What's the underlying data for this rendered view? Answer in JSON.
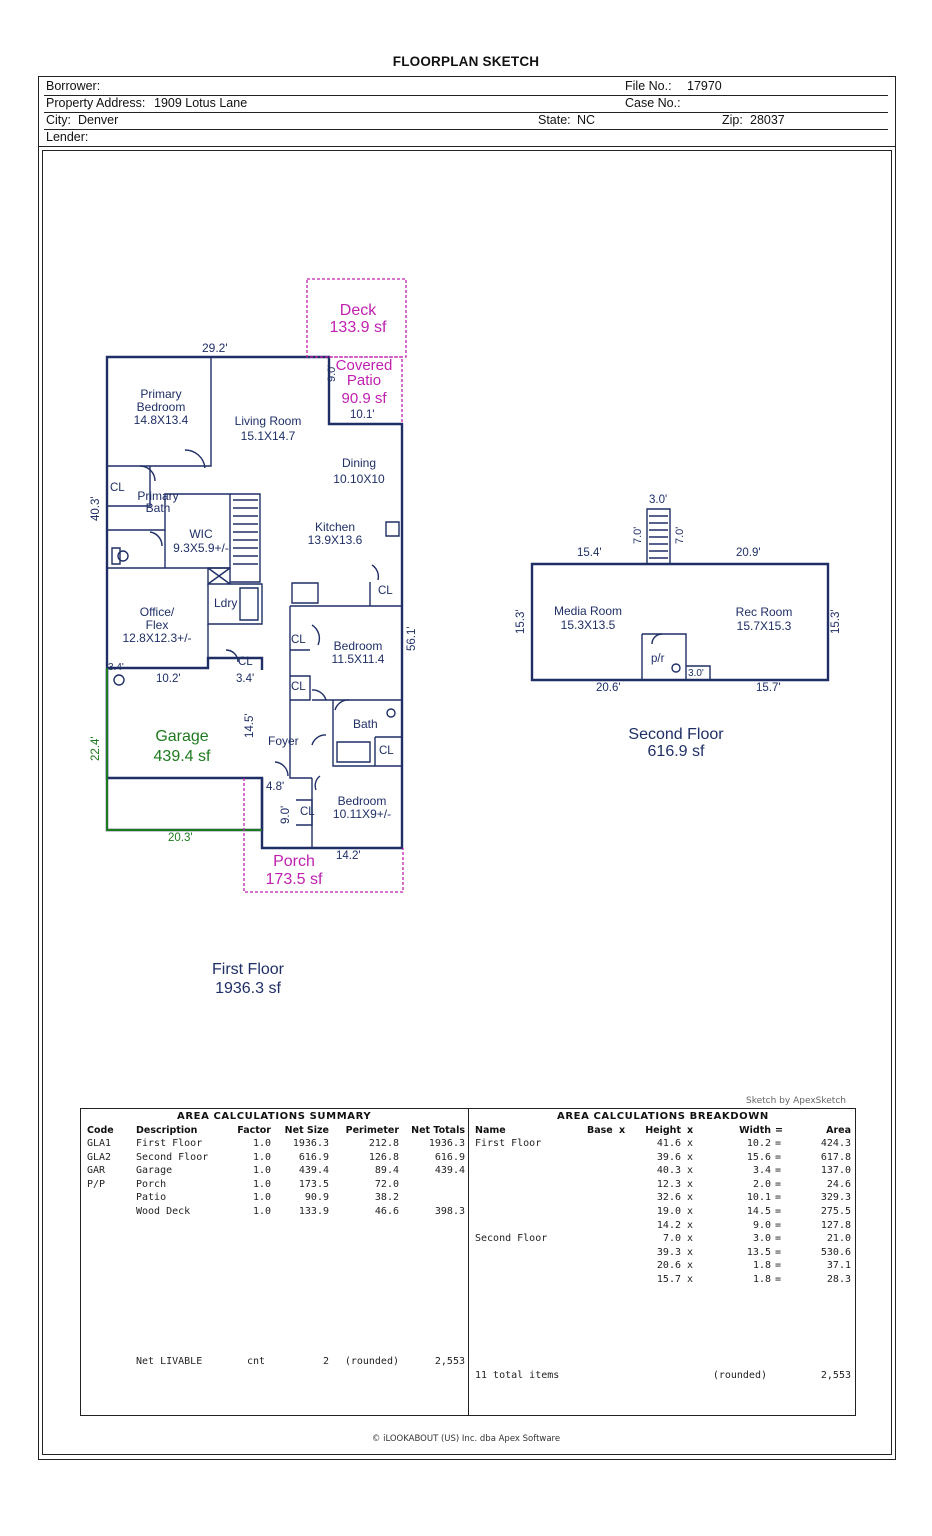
{
  "title": "FLOORPLAN SKETCH",
  "header": {
    "borrower_label": "Borrower:",
    "borrower": "",
    "file_label": "File No.:",
    "file_no": "17970",
    "address_label": "Property Address:",
    "address": "1909 Lotus Lane",
    "case_label": "Case No.:",
    "case_no": "",
    "city_label": "City:",
    "city": "Denver",
    "state_label": "State:",
    "state": "NC",
    "zip_label": "Zip:",
    "zip": "28037",
    "lender_label": "Lender:",
    "lender": ""
  },
  "sketch": {
    "first_floor": {
      "deck": [
        "Deck",
        "133.9 sf"
      ],
      "patio": [
        "Covered",
        "Patio",
        "90.9 sf"
      ],
      "patio_dims": [
        "9.0'",
        "10.1'"
      ],
      "top_dim": "29.2'",
      "primary_bedroom": [
        "Primary",
        "Bedroom",
        "14.8X13.4"
      ],
      "living_room": [
        "Living Room",
        "15.1X14.7"
      ],
      "dining": [
        "Dining",
        "10.10X10"
      ],
      "primary_bath": [
        "Primary",
        "Bath"
      ],
      "wic": [
        "WIC",
        "9.3X5.9+/-"
      ],
      "kitchen": [
        "Kitchen",
        "13.9X13.6"
      ],
      "ldry": "Ldry",
      "office": [
        "Office/",
        "Flex",
        "12.8X12.3+/-"
      ],
      "bedroom1": [
        "Bedroom",
        "11.5X11.4"
      ],
      "bath": "Bath",
      "foyer": "Foyer",
      "bedroom2": [
        "Bedroom",
        "10.11X9+/-"
      ],
      "cl": "CL",
      "garage": [
        "Garage",
        "439.4 sf"
      ],
      "porch": [
        "Porch",
        "173.5 sf"
      ],
      "dims": {
        "left": "40.3'",
        "right": "56.1'",
        "garage_left": "22.4'",
        "garage_bottom": "20.3'",
        "garage_top": "10.2'",
        "garage_corner": "3.4'",
        "cl_dim": "3.4'",
        "garage_right": "14.5'",
        "foyer_dim": "4.8'",
        "porch_left": "9.0'",
        "porch_bottom": "14.2'"
      },
      "label": [
        "First Floor",
        "1936.3 sf"
      ]
    },
    "second_floor": {
      "stair_top": "3.0'",
      "stair_left": "7.0'",
      "stair_right": "7.0'",
      "top_left": "15.4'",
      "top_right": "20.9'",
      "left": "15.3'",
      "right": "15.3'",
      "media": [
        "Media Room",
        "15.3X13.5"
      ],
      "rec": [
        "Rec Room",
        "15.7X15.3"
      ],
      "pr": "p/r",
      "bottom_left": "20.6'",
      "bottom_mid": "3.0'",
      "bottom_right": "15.7'",
      "label": [
        "Second Floor",
        "616.9 sf"
      ]
    }
  },
  "credit": "Sketch by ApexSketch",
  "summary": {
    "title": "AREA CALCULATIONS SUMMARY",
    "headers": [
      "Code",
      "Description",
      "Factor",
      "Net Size",
      "Perimeter",
      "Net Totals"
    ],
    "rows": [
      [
        "GLA1",
        "First Floor",
        "1.0",
        "1936.3",
        "212.8",
        "1936.3"
      ],
      [
        "GLA2",
        "Second Floor",
        "1.0",
        "616.9",
        "126.8",
        "616.9"
      ],
      [
        "GAR",
        "Garage",
        "1.0",
        "439.4",
        "89.4",
        "439.4"
      ],
      [
        "P/P",
        "Porch",
        "1.0",
        "173.5",
        "72.0",
        ""
      ],
      [
        "",
        "Patio",
        "1.0",
        "90.9",
        "38.2",
        ""
      ],
      [
        "",
        "Wood Deck",
        "1.0",
        "133.9",
        "46.6",
        "398.3"
      ]
    ],
    "net_label": "Net LIVABLE",
    "net_cnt": "cnt",
    "net_count": "2",
    "net_rounded": "(rounded)",
    "net_total": "2,553"
  },
  "breakdown": {
    "title": "AREA CALCULATIONS BREAKDOWN",
    "headers": [
      "Name",
      "Base",
      "x",
      "Height",
      "x",
      "Width",
      "=",
      "Area"
    ],
    "rows": [
      [
        "First Floor",
        "41.6",
        "x",
        "10.2",
        "=",
        "424.3"
      ],
      [
        "",
        "39.6",
        "x",
        "15.6",
        "=",
        "617.8"
      ],
      [
        "",
        "40.3",
        "x",
        "3.4",
        "=",
        "137.0"
      ],
      [
        "",
        "12.3",
        "x",
        "2.0",
        "=",
        "24.6"
      ],
      [
        "",
        "32.6",
        "x",
        "10.1",
        "=",
        "329.3"
      ],
      [
        "",
        "19.0",
        "x",
        "14.5",
        "=",
        "275.5"
      ],
      [
        "",
        "14.2",
        "x",
        "9.0",
        "=",
        "127.8"
      ],
      [
        "Second Floor",
        "7.0",
        "x",
        "3.0",
        "=",
        "21.0"
      ],
      [
        "",
        "39.3",
        "x",
        "13.5",
        "=",
        "530.6"
      ],
      [
        "",
        "20.6",
        "x",
        "1.8",
        "=",
        "37.1"
      ],
      [
        "",
        "15.7",
        "x",
        "1.8",
        "=",
        "28.3"
      ]
    ],
    "total_label": "11 total items",
    "total_rounded": "(rounded)",
    "total": "2,553"
  },
  "copyright": "© iLOOKABOUT (US) Inc. dba Apex Software",
  "colors": {
    "wall": "#1f2f66",
    "magenta": "#c020b0",
    "garage_green": "#1e7a1e",
    "dim_text": "#1f2f66"
  }
}
